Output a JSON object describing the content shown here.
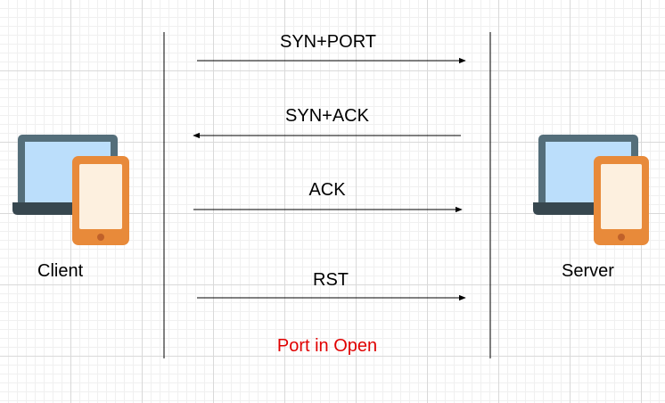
{
  "client_label": "Client",
  "server_label": "Server",
  "status_text": "Port in Open",
  "colors": {
    "laptop_frame": "#546e7a",
    "laptop_base": "#37474f",
    "laptop_screen": "#bbdefb",
    "phone_body": "#e88a3a",
    "phone_screen": "#fdf0df",
    "status": "#e00000"
  },
  "messages": [
    {
      "label": "SYN+PORT",
      "direction": "to-server"
    },
    {
      "label": "SYN+ACK",
      "direction": "to-client"
    },
    {
      "label": "ACK",
      "direction": "to-server"
    },
    {
      "label": "RST",
      "direction": "to-server"
    }
  ]
}
